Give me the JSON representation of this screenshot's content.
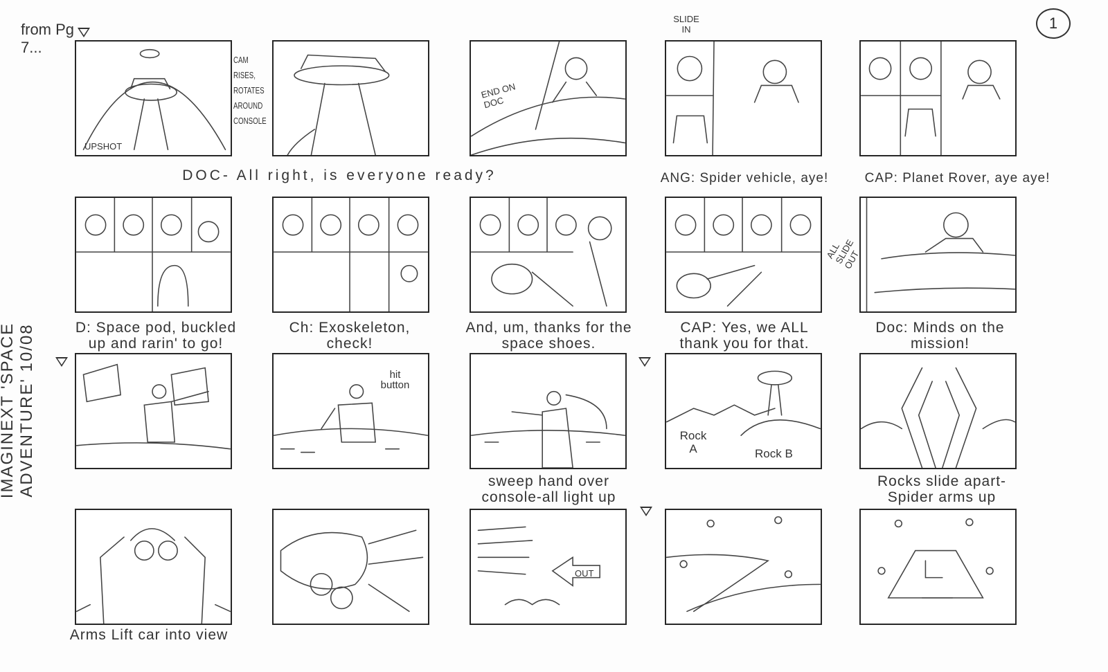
{
  "page_number": "1",
  "from_page": "from Pg 7...",
  "side_title": "IMAGINEXT 'SPACE ADVENTURE' 10/08",
  "notes": {
    "upshot": "UPSHOT",
    "cam": "CAM RISES, ROTATES AROUND CONSOLE",
    "end_on_doc": "END ON DOC",
    "slide_in": "SLIDE IN",
    "all_slide_out": "ALL SLIDE OUT",
    "hit_button": "hit button",
    "rock_a": "Rock A",
    "rock_b": "Rock B",
    "out": "OUT"
  },
  "captions": {
    "row1_dialog": "DOC- All right, is everyone ready?",
    "ang": "ANG: Spider vehicle, aye!",
    "cap1": "CAP: Planet Rover, aye aye!",
    "d": "D: Space pod, buckled up and rarin' to go!",
    "ch": "Ch: Exoskeleton, check!",
    "shoes": "And, um, thanks for the space shoes.",
    "cap2": "CAP: Yes, we ALL thank you for that.",
    "doc": "Doc: Minds on the mission!",
    "sweep": "sweep hand over console-all light up",
    "rocks": "Rocks slide apart- Spider arms up",
    "arms": "Arms Lift car into view"
  }
}
